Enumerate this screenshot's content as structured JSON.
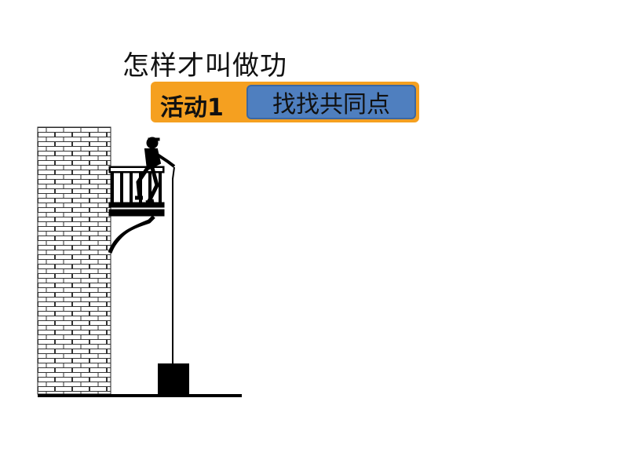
{
  "title": "怎样才叫做功",
  "activity": {
    "label": "活动1",
    "task": "找找共同点"
  },
  "colors": {
    "activity_bg": "#f5a020",
    "task_bg": "#4f7fbf",
    "ink": "#111111"
  },
  "illustration": {
    "wall": "brick-wall",
    "figure": "person-on-balcony-pulling-rope",
    "load": "weight-block"
  }
}
